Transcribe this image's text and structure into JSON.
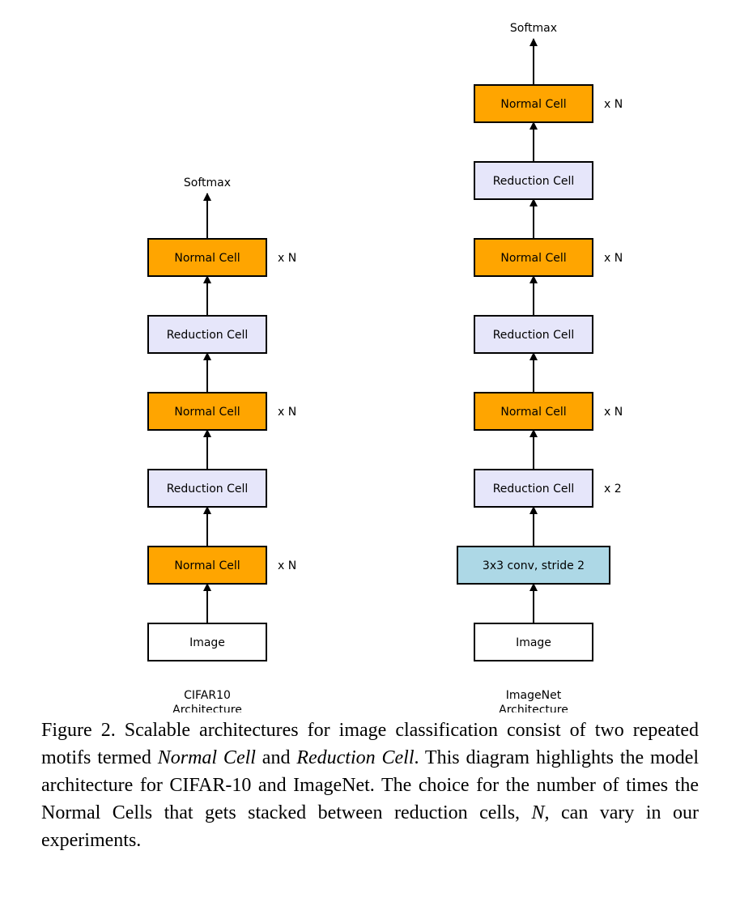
{
  "colors": {
    "normal_cell": "#ffa500",
    "reduction_cell": "#e6e6fa",
    "conv": "#add8e6",
    "image": "#ffffff"
  },
  "cifar10": {
    "stack": [
      {
        "type": "image",
        "label": "Image",
        "repeat": ""
      },
      {
        "type": "normal_cell",
        "label": "Normal Cell",
        "repeat": "x N"
      },
      {
        "type": "reduction_cell",
        "label": "Reduction Cell",
        "repeat": ""
      },
      {
        "type": "normal_cell",
        "label": "Normal Cell",
        "repeat": "x N"
      },
      {
        "type": "reduction_cell",
        "label": "Reduction Cell",
        "repeat": ""
      },
      {
        "type": "normal_cell",
        "label": "Normal Cell",
        "repeat": "x N"
      }
    ],
    "output": "Softmax",
    "title_line1": "CIFAR10",
    "title_line2": "Architecture"
  },
  "imagenet": {
    "stack": [
      {
        "type": "image",
        "label": "Image",
        "repeat": ""
      },
      {
        "type": "conv",
        "label": "3x3 conv, stride 2",
        "repeat": ""
      },
      {
        "type": "reduction_cell",
        "label": "Reduction Cell",
        "repeat": "x 2"
      },
      {
        "type": "normal_cell",
        "label": "Normal Cell",
        "repeat": "x N"
      },
      {
        "type": "reduction_cell",
        "label": "Reduction Cell",
        "repeat": ""
      },
      {
        "type": "normal_cell",
        "label": "Normal Cell",
        "repeat": "x N"
      },
      {
        "type": "reduction_cell",
        "label": "Reduction Cell",
        "repeat": ""
      },
      {
        "type": "normal_cell",
        "label": "Normal Cell",
        "repeat": "x N"
      }
    ],
    "output": "Softmax",
    "title_line1": "ImageNet",
    "title_line2": "Architecture"
  },
  "caption": {
    "prefix": "Figure 2. Scalable architectures for image classification consist of two repeated motifs termed ",
    "italic1": "Normal Cell",
    "middle": " and ",
    "italic2": "Reduction Cell",
    "rest_a": ". This diagram highlights the model architecture for CIFAR-10 and ImageNet. The choice for the number of times the Normal Cells that gets stacked between reduction cells, ",
    "var_n": "N",
    "rest_b": ", can vary in our experiments."
  }
}
